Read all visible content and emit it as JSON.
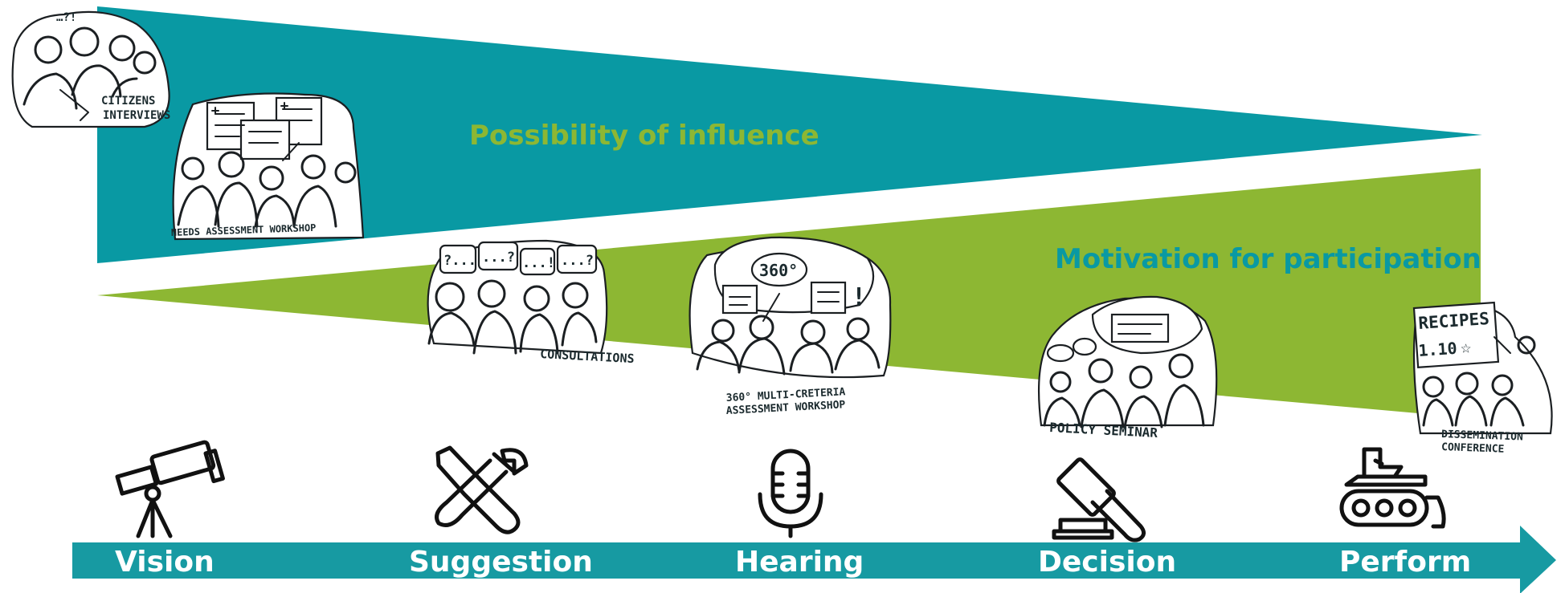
{
  "colors": {
    "teal": "#0999a3",
    "green": "#8db733",
    "arrow": "#179aa2",
    "green_text": "#8db733",
    "teal_text": "#0999a3"
  },
  "bands": {
    "influence_title": "Possibility of influence",
    "motivation_title": "Motivation for participation"
  },
  "sketches": {
    "citizens": [
      "CITIZENS",
      "INTERVIEWS"
    ],
    "needs": "NEEDS ASSESSMENT WORKSHOP",
    "consultations": "CONSULTATIONS",
    "multi_line1": "360° MULTI-CRETERIA",
    "multi_line2": "ASSESSMENT WORKSHOP",
    "bubble_360": "360°",
    "policy": "POLICY SEMINAR",
    "dissemination": [
      "DISSEMINATION",
      "CONFERENCE"
    ],
    "recipes_board": "RECIPES",
    "recipes_num": "1.10",
    "speech": [
      "?...",
      "...?",
      "...!",
      "...?"
    ]
  },
  "stages": [
    {
      "label": "Vision",
      "icon": "telescope-icon"
    },
    {
      "label": "Suggestion",
      "icon": "tools-icon"
    },
    {
      "label": "Hearing",
      "icon": "microphone-icon"
    },
    {
      "label": "Decision",
      "icon": "gavel-icon"
    },
    {
      "label": "Perform",
      "icon": "bulldozer-icon"
    }
  ]
}
